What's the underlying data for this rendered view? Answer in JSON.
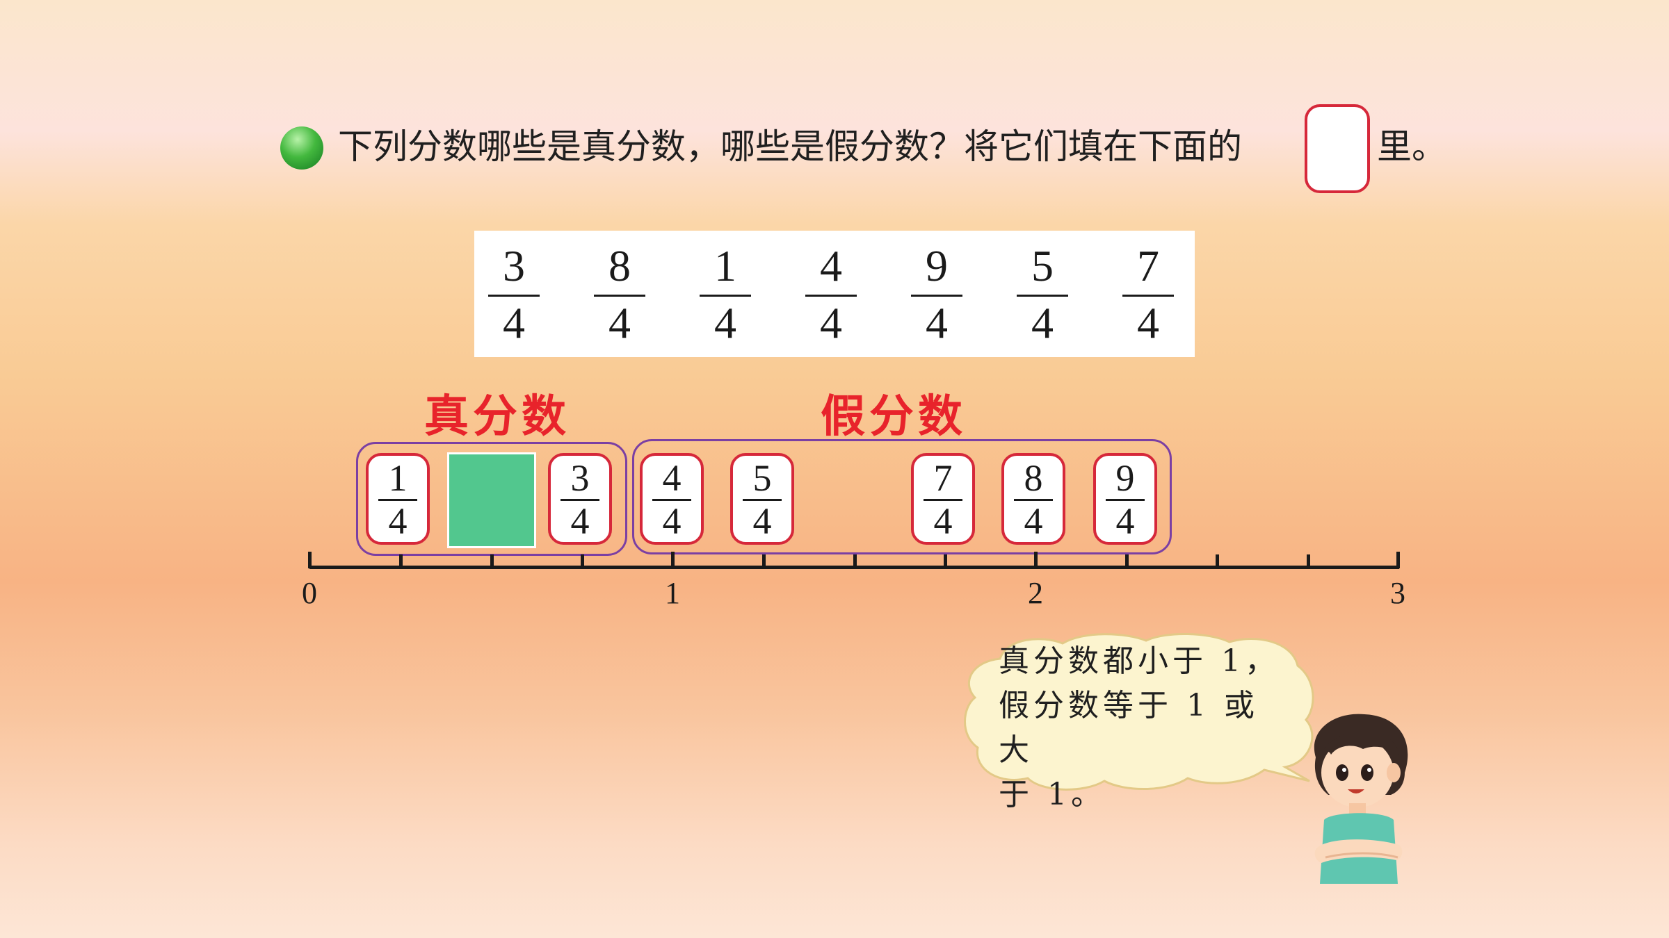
{
  "title": {
    "text": "下列分数哪些是真分数，哪些是假分数？将它们填在下面的",
    "end": "里。"
  },
  "fractions": [
    {
      "num": "3",
      "den": "4"
    },
    {
      "num": "8",
      "den": "4"
    },
    {
      "num": "1",
      "den": "4"
    },
    {
      "num": "4",
      "den": "4"
    },
    {
      "num": "9",
      "den": "4"
    },
    {
      "num": "5",
      "den": "4"
    },
    {
      "num": "7",
      "den": "4"
    }
  ],
  "categories": {
    "proper": "真分数",
    "improper": "假分数"
  },
  "proper_cards": [
    {
      "num": "1",
      "den": "4"
    },
    {
      "num": "3",
      "den": "4"
    }
  ],
  "improper_cards": [
    {
      "num": "4",
      "den": "4"
    },
    {
      "num": "5",
      "den": "4"
    },
    {
      "num": "7",
      "den": "4"
    },
    {
      "num": "8",
      "den": "4"
    },
    {
      "num": "9",
      "den": "4"
    }
  ],
  "number_line": {
    "labels": [
      "0",
      "1",
      "2",
      "3"
    ]
  },
  "speech": {
    "lines": [
      "真分数都小于 1，",
      "假分数等于 1 或大",
      "于 1。"
    ]
  },
  "colors": {
    "accent_red": "#e8232b",
    "card_border": "#d6283a",
    "group_border": "#7b3fa3",
    "slot_green": "#52c78e"
  }
}
